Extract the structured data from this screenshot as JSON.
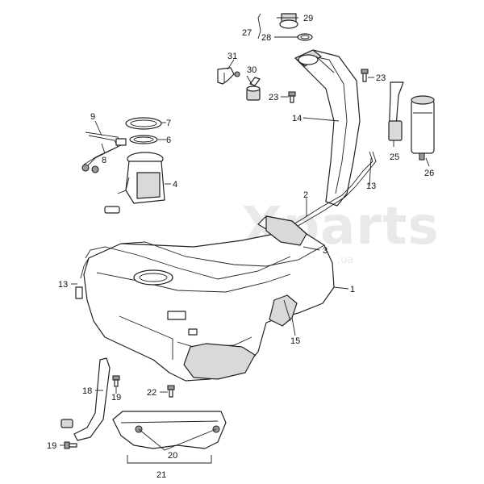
{
  "watermark": {
    "brand": "Xparts",
    "suffix": ".ua"
  },
  "callouts": {
    "c1": "1",
    "c2": "2",
    "c3": "3",
    "c4": "4",
    "c6": "6",
    "c7": "7",
    "c8": "8",
    "c9": "9",
    "c13a": "13",
    "c13b": "13",
    "c14": "14",
    "c15": "15",
    "c18": "18",
    "c19a": "19",
    "c19b": "19",
    "c20": "20",
    "c21": "21",
    "c22": "22",
    "c23a": "23",
    "c23b": "23",
    "c25": "25",
    "c26": "26",
    "c27": "27",
    "c28": "28",
    "c29": "29",
    "c30": "30",
    "c31": "31"
  }
}
